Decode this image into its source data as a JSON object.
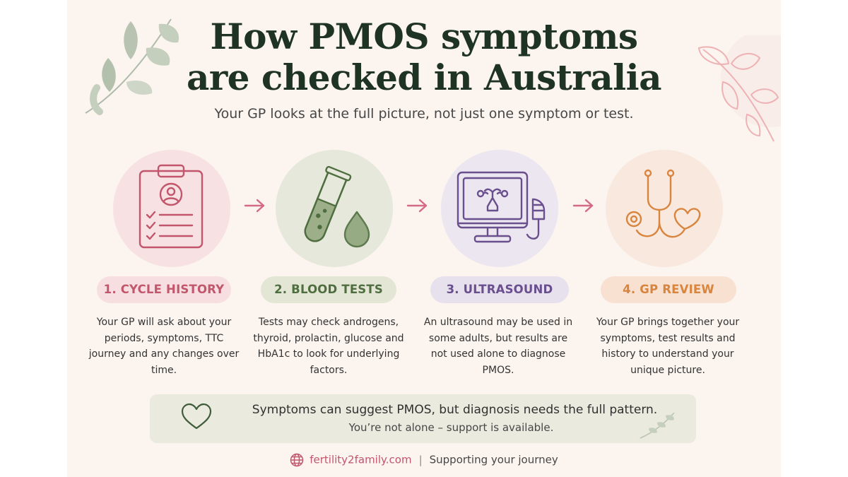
{
  "header": {
    "title_line1": "How PMOS symptoms",
    "title_line2": "are checked in Australia",
    "subtitle": "Your GP looks at the full picture, not just one symptom or test."
  },
  "steps": [
    {
      "label": "1. CYCLE HISTORY",
      "description": "Your GP will ask about your periods, symptoms, TTC journey and any changes over time.",
      "icon": "clipboard-icon",
      "accent": "#c2566c",
      "pill_bg": "#f7dfe1",
      "circle_bg": "#f8e1e2"
    },
    {
      "label": "2. BLOOD TESTS",
      "description": "Tests may check androgens, thyroid, prolactin, glucose and HbA1c to look for underlying factors.",
      "icon": "test-tube-icon",
      "accent": "#4f6e3f",
      "pill_bg": "#e3e6d5",
      "circle_bg": "#e6e8dc"
    },
    {
      "label": "3. ULTRASOUND",
      "description": "An ultrasound may be used in some adults, but results are not used alone to diagnose PMOS.",
      "icon": "ultrasound-monitor-icon",
      "accent": "#6a4f8e",
      "pill_bg": "#e6e1ec",
      "circle_bg": "#ebe6ef"
    },
    {
      "label": "4. GP REVIEW",
      "description": "Your GP brings together your symptoms, test results and history to understand your unique picture.",
      "icon": "stethoscope-icon",
      "accent": "#d8853f",
      "pill_bg": "#f8e1d1",
      "circle_bg": "#f9e8dd"
    }
  ],
  "callout": {
    "main": "Symptoms can suggest  PMOS,  but diagnosis needs the full pattern.",
    "sub": "You’re not alone – support is available.",
    "icon": "heart-icon"
  },
  "footer": {
    "site": "fertility2family.com",
    "separator": "|",
    "tagline": "Supporting your journey",
    "icon": "globe-icon"
  },
  "colors": {
    "background": "#fbf4ef",
    "title": "#1f3323",
    "arrow": "#d46a84",
    "callout_bg": "#ebeadf",
    "leaf_green": "#aebba8",
    "leaf_pink": "#eeb2b5"
  }
}
